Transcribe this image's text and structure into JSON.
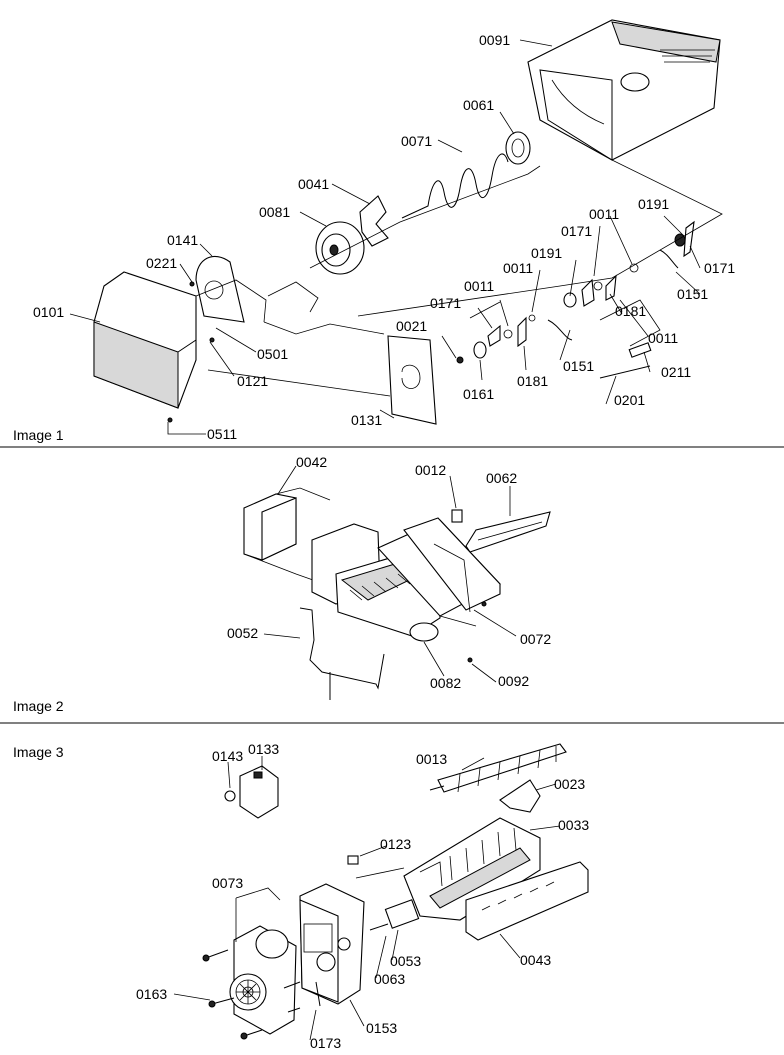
{
  "panels": [
    {
      "label": "Image 1"
    },
    {
      "label": "Image 2"
    },
    {
      "label": "Image 3"
    }
  ],
  "callouts": {
    "image1": [
      "0091",
      "0061",
      "0071",
      "0041",
      "0081",
      "0141",
      "0221",
      "0101",
      "0501",
      "0121",
      "0511",
      "0131",
      "0021",
      "0161",
      "0171",
      "0011",
      "0181",
      "0191",
      "0171",
      "0011",
      "0151",
      "0011",
      "0191",
      "0181",
      "0171",
      "0151",
      "0011",
      "0211",
      "0201"
    ],
    "image2": [
      "0042",
      "0012",
      "0062",
      "0052",
      "0072",
      "0082",
      "0092"
    ],
    "image3": [
      "0143",
      "0133",
      "0013",
      "0023",
      "0033",
      "0123",
      "0073",
      "0053",
      "0063",
      "0043",
      "0163",
      "0173",
      "0153"
    ]
  }
}
